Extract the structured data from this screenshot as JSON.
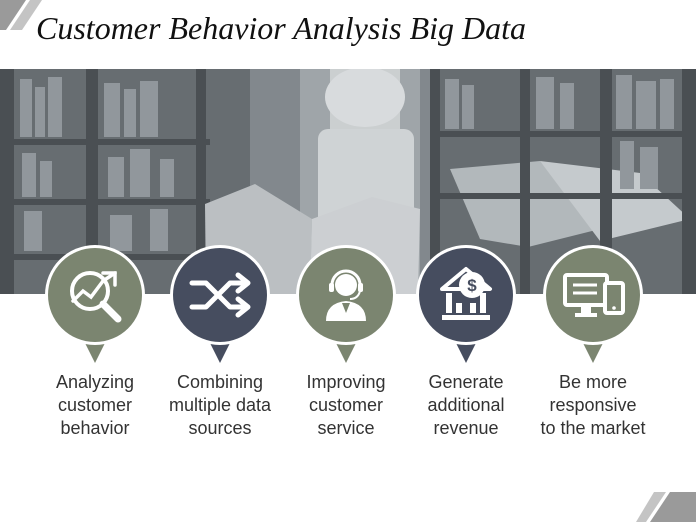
{
  "title": "Customer Behavior Analysis Big Data",
  "colors": {
    "olive": "#7b8570",
    "slate": "#464d5f",
    "banner_bg": "#5e6469",
    "text": "#333333"
  },
  "steps": [
    {
      "label": "Analyzing\ncustomer\nbehavior",
      "icon": "analytics-magnifier-icon",
      "color": "olive"
    },
    {
      "label": "Combining\nmultiple data\nsources",
      "icon": "shuffle-arrows-icon",
      "color": "slate"
    },
    {
      "label": "Improving\ncustomer\nservice",
      "icon": "customer-support-headset-icon",
      "color": "olive"
    },
    {
      "label": "Generate\nadditional\nrevenue",
      "icon": "bank-dollar-icon",
      "color": "slate"
    },
    {
      "label": "Be more\nresponsive\nto the market",
      "icon": "desktop-tablet-icon",
      "color": "olive"
    }
  ]
}
